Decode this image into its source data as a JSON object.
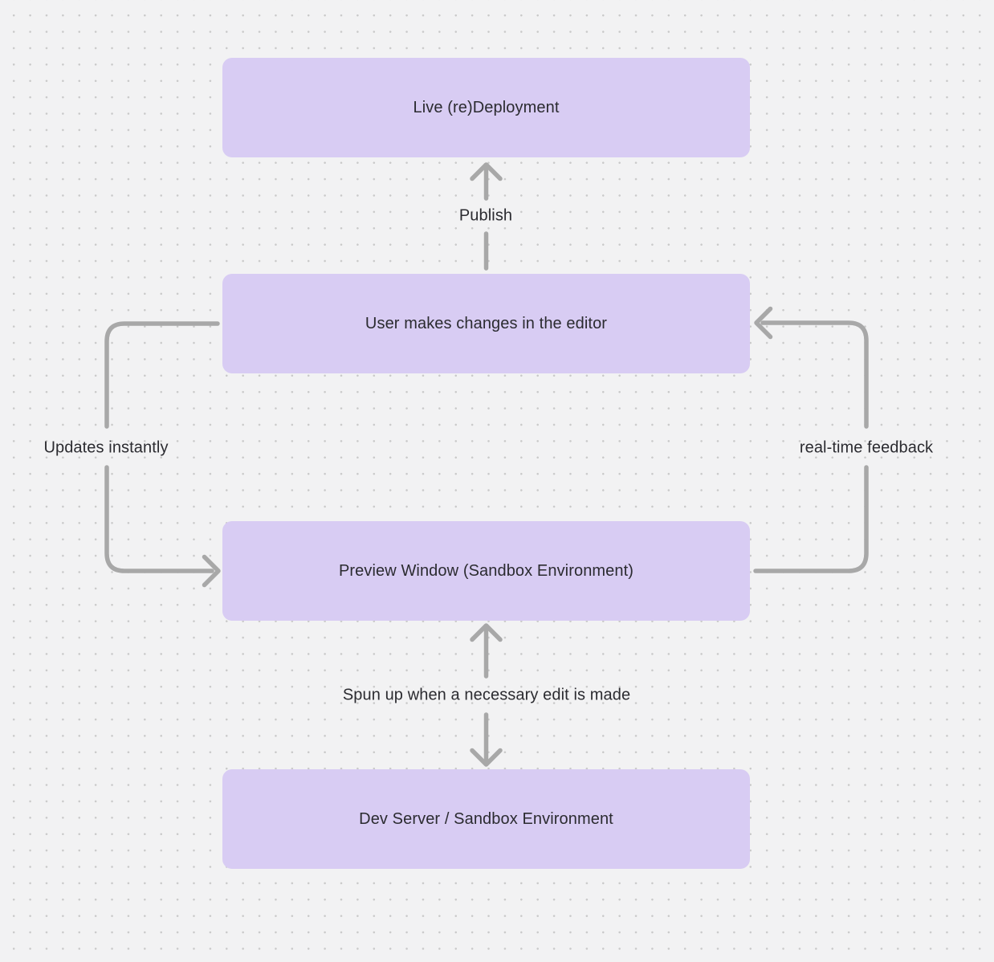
{
  "diagram": {
    "nodes": [
      {
        "id": "live-redeployment",
        "label": "Live (re)Deployment"
      },
      {
        "id": "user-edits",
        "label": "User makes changes in the editor"
      },
      {
        "id": "preview-window",
        "label": "Preview Window (Sandbox Environment)"
      },
      {
        "id": "dev-server",
        "label": "Dev Server / Sandbox Environment"
      }
    ],
    "edges": [
      {
        "id": "publish",
        "label": "Publish",
        "from": "user-edits",
        "to": "live-redeployment",
        "bidirectional": false
      },
      {
        "id": "updates-instantly",
        "label": "Updates instantly",
        "from": "user-edits",
        "to": "preview-window",
        "bidirectional": false
      },
      {
        "id": "real-time-feedback",
        "label": "real-time feedback",
        "from": "preview-window",
        "to": "user-edits",
        "bidirectional": false
      },
      {
        "id": "spun-up",
        "label": "Spun up when a necessary edit is made",
        "from": "preview-window",
        "to": "dev-server",
        "bidirectional": true
      }
    ],
    "colors": {
      "background": "#f2f2f3",
      "dot": "#c9c9c9",
      "node_fill": "#d8ccf3",
      "arrow": "#a8a8a8",
      "text": "#2b2b30"
    }
  }
}
